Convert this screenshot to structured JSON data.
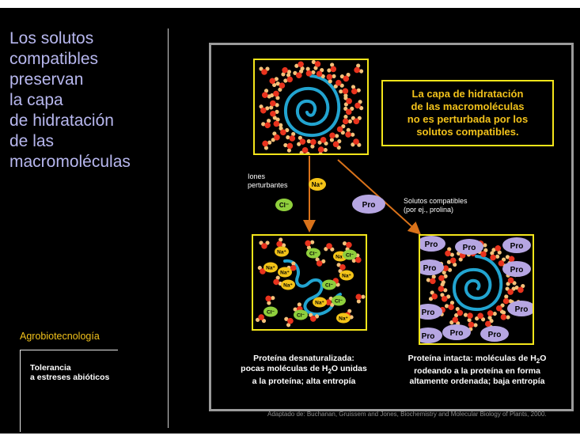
{
  "slide": {
    "title_lines": [
      "Los solutos",
      "compatibles",
      "preservan",
      "la capa",
      "de hidratación",
      "de las",
      "macromoléculas"
    ],
    "section_label": "Agrobiotecnología",
    "subsection_lines": [
      "Tolerancia",
      "a estreses abióticos"
    ],
    "credit": "Adaptado de: Buchanan, Gruissem and Jones, Biochemistry and Molecular Biology of Plants, 2000."
  },
  "figure": {
    "highlight_text": "La capa de hidratación\nde las macromoléculas\nno es perturbada por los\nsolutos compatibles.",
    "label_ions": "Iones\nperturbantes",
    "label_solutes": "Solutos compatibles\n(por ej., prolina)",
    "ion_na": "Na⁺",
    "ion_cl": "Cl⁻",
    "pro_label": "Pro",
    "caption_left": {
      "line1": "Proteína desnaturalizada:",
      "line2_pre": "pocas moléculas de H",
      "line2_sub": "2",
      "line2_post": "O unidas",
      "line3": "a la proteína; alta entropía"
    },
    "caption_right": {
      "line1_pre": "Proteína intacta: moléculas de H",
      "line1_sub": "2",
      "line1_post": "O",
      "line2": "rodeando a la proteína en forma",
      "line3": "altamente ordenada; baja entropía"
    },
    "colors": {
      "title": "#b7b7ee",
      "highlight": "#f2c21b",
      "box_border": "#f4e51a",
      "protein": "#22a4d0",
      "na_ion": "#f3c318",
      "cl_ion": "#8fcf3c",
      "pro": "#b6a6e2",
      "arrow": "#d9721a",
      "water_o": "#e8331d",
      "water_h": "#f4c27a"
    }
  }
}
